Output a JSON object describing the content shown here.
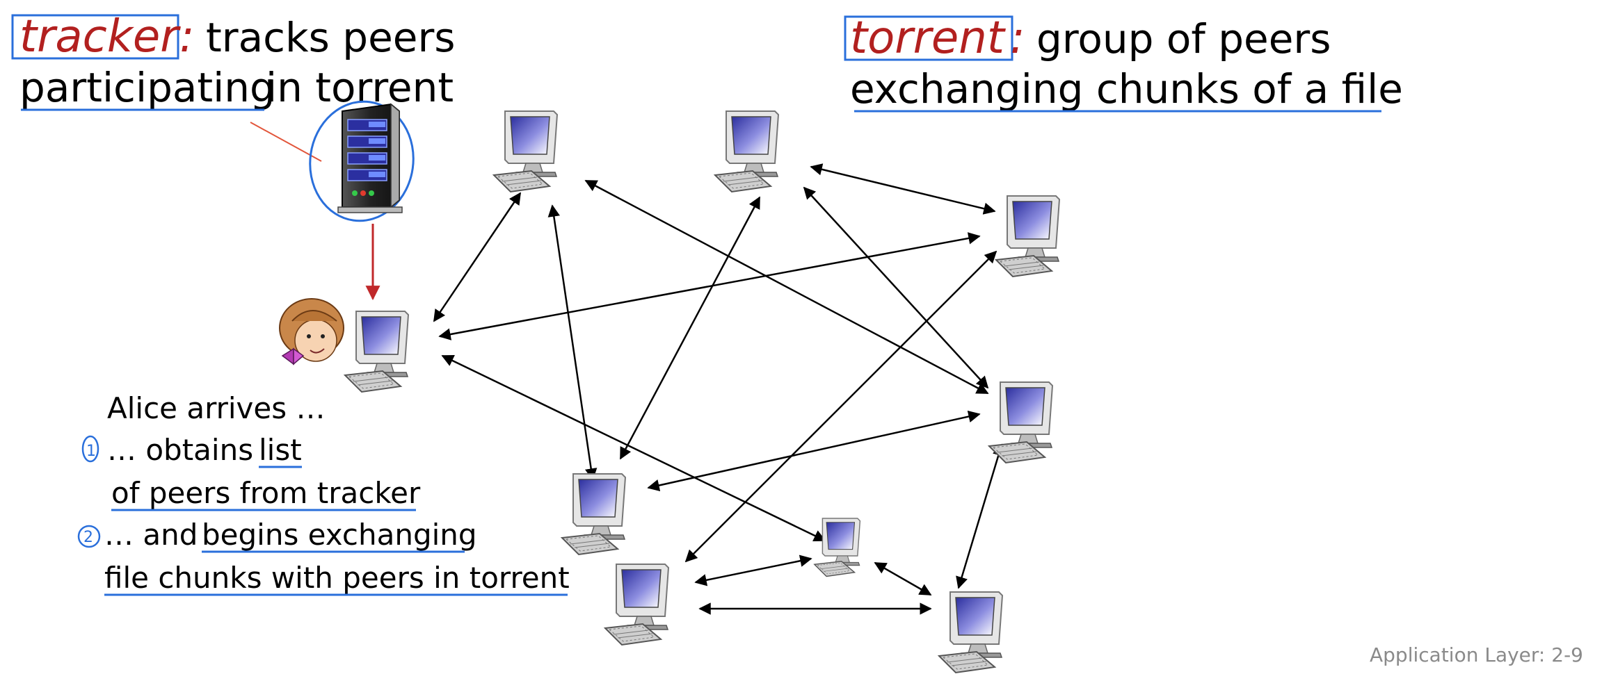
{
  "tracker": {
    "keyword": "tracker",
    "colon": ":",
    "line1_rest": "tracks peers",
    "line2_a": "participating",
    "line2_b": "in torrent"
  },
  "torrent": {
    "keyword": "torrent",
    "colon": ":",
    "line1_rest": "group of peers",
    "line2": "exchanging  chunks of a file"
  },
  "alice": {
    "line1": "Alice arrives  …",
    "step1_marker": "1",
    "line2_a": "… obtains",
    "line2_b": "list",
    "line3": "of peers from tracker",
    "step2_marker": "2",
    "line4_a": "… and",
    "line4_b": "begins exchanging",
    "line5": "file chunks with peers in torrent"
  },
  "footer": "Application Layer: 2-9",
  "colors": {
    "keyword": "#b2201f",
    "annotation": "#2a6fdb",
    "tracker_arrow": "#c0282a",
    "arrow": "#000000"
  },
  "icons": [
    "server-icon",
    "computer-icon",
    "alice-face-icon"
  ]
}
